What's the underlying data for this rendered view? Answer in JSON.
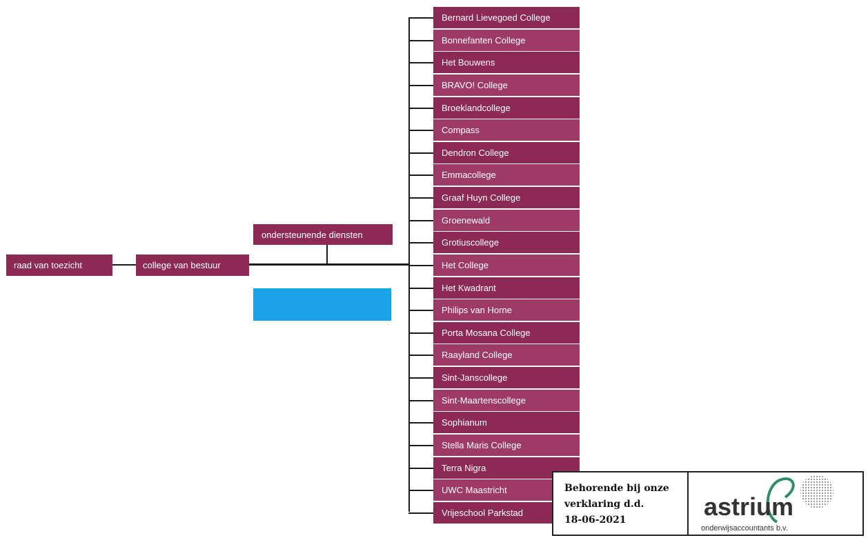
{
  "chart": {
    "left_boxes": {
      "supervisory_board": "raad van toezicht",
      "executive_board": "college van bestuur",
      "support_services": "ondersteunende diensten"
    },
    "schools": [
      "Bernard Lievegoed College",
      "Bonnefanten College",
      "Het Bouwens",
      "BRAVO! College",
      "Broeklandcollege",
      "Compass",
      "Dendron College",
      "Emmacollege",
      "Graaf Huyn College",
      "Groenewald",
      "Grotiuscollege",
      "Het College",
      "Het Kwadrant",
      "Philips van Horne",
      "Porta Mosana College",
      "Raayland  College",
      "Sint-Janscollege",
      "Sint-Maartenscollege",
      "Sophianum",
      "Stella Maris College",
      "Terra Nigra",
      "UWC Maastricht",
      "Vrijeschool Parkstad"
    ],
    "colors": {
      "box_primary": "#8c2a55",
      "box_alt": "#9e3a66",
      "blue_box": "#1aa3e8",
      "line": "#1a1a1a"
    }
  },
  "stamp": {
    "line1": "Behorende bij onze",
    "line2": "verklaring d.d.",
    "line3": "18-06-2021",
    "logo_word": "astrium",
    "logo_subtitle": "onderwijsaccountants b.v."
  }
}
